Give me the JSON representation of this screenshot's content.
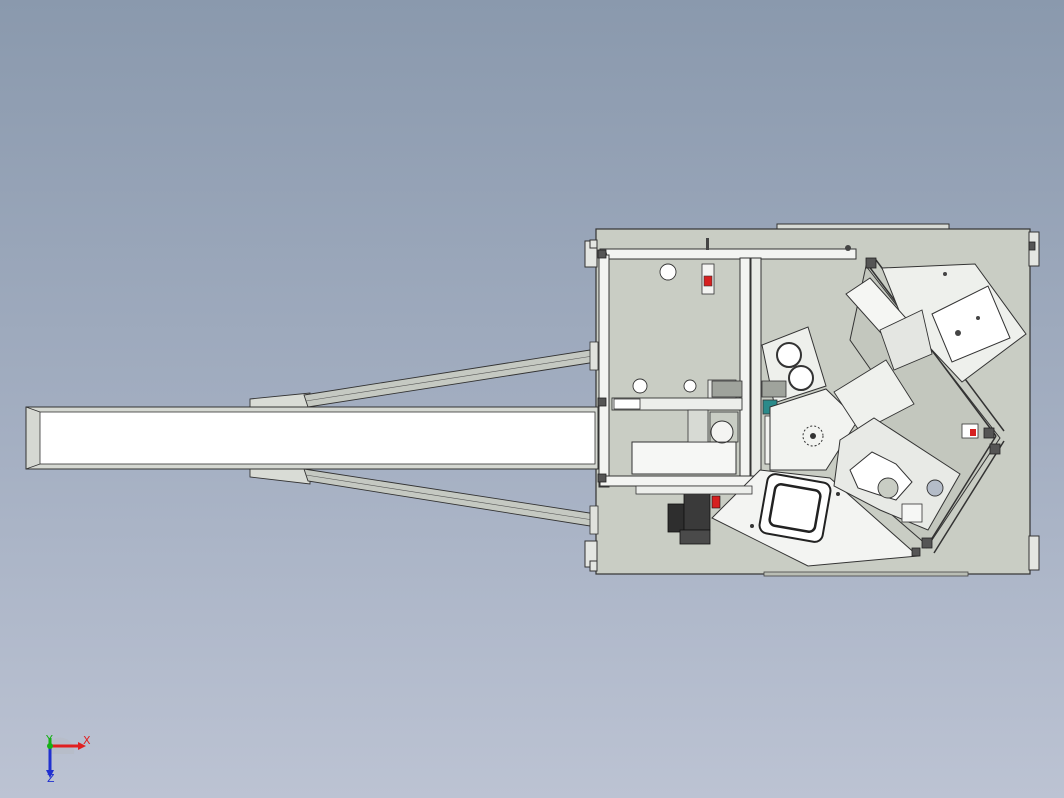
{
  "viewport": {
    "background_top": "#8a99ad",
    "background_bottom": "#bcc3d3"
  },
  "model": {
    "frame_color": "#c9cdc4",
    "panel_color": "#eceeeb",
    "outline_color": "#2a2a2a",
    "accent_red": "#d62020",
    "accent_teal": "#2a8a8a",
    "motor_color": "#2e2e2e"
  },
  "triad": {
    "x_label": "X",
    "y_label": "Y",
    "z_label": "Z",
    "x_color": "#e02020",
    "y_color": "#16b016",
    "z_color": "#2030d0"
  }
}
